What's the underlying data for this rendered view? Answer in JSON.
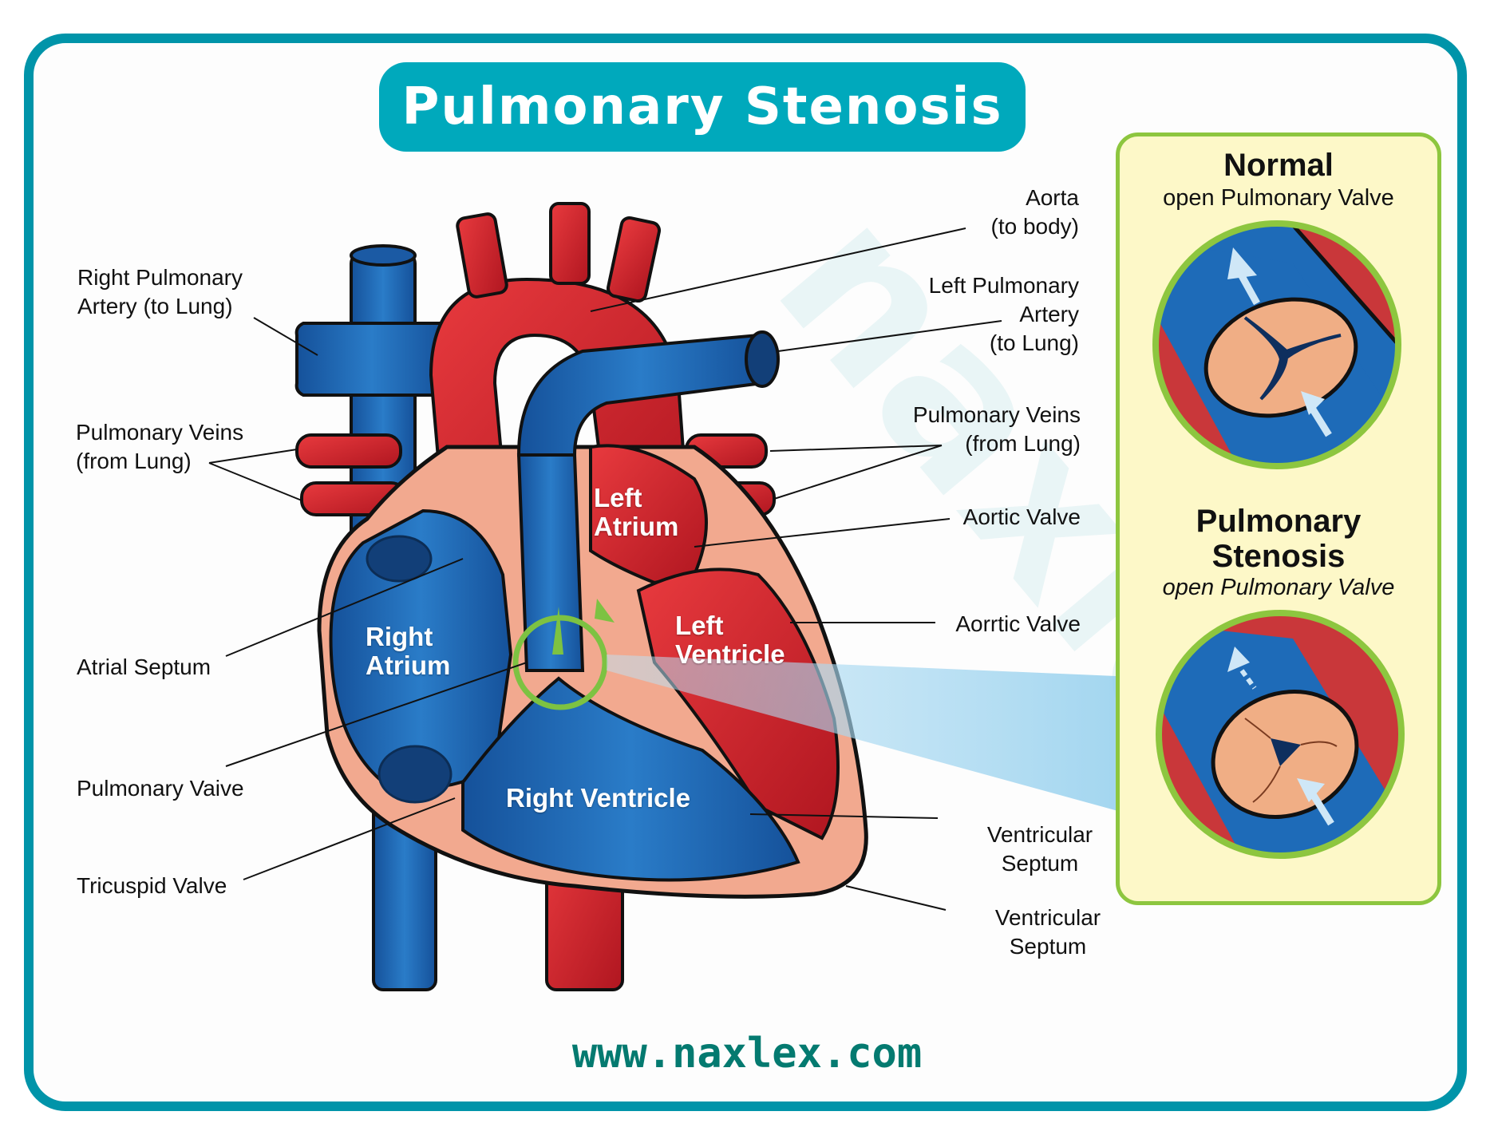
{
  "title": "Pulmonary Stenosis",
  "footer_url": "www.naxlex.com",
  "watermark": "naxlex",
  "colors": {
    "frame": "#0094A9",
    "title_pill": "#00A9BC",
    "footer_text": "#047A70",
    "panel_bg": "#FDF8C8",
    "panel_border": "#8DC63F",
    "deoxygenated_blue": "#1F64B0",
    "oxygenated_red": "#D9262E",
    "myocardium": "#F2A98F",
    "highlight_green": "#7DC242",
    "callout_beam": "#9FD3EE"
  },
  "left_labels": [
    {
      "id": "right-pulmonary-artery",
      "lines": [
        "Right Pulmonary",
        "Artery (to Lung)"
      ]
    },
    {
      "id": "pulmonary-veins-left",
      "lines": [
        "Pulmonary Veins",
        "(from Lung)"
      ]
    },
    {
      "id": "atrial-septum",
      "lines": [
        "Atrial Septum"
      ]
    },
    {
      "id": "pulmonary-valve",
      "lines": [
        "Pulmonary Vaive"
      ]
    },
    {
      "id": "tricuspid-valve",
      "lines": [
        "Tricuspid Valve"
      ]
    }
  ],
  "right_labels": [
    {
      "id": "aorta",
      "lines": [
        "Aorta",
        "(to body)"
      ]
    },
    {
      "id": "left-pulmonary-artery",
      "lines": [
        "Left Pulmonary",
        "Artery",
        "(to Lung)"
      ]
    },
    {
      "id": "pulmonary-veins-right",
      "lines": [
        "Pulmonary Veins",
        "(from Lung)"
      ]
    },
    {
      "id": "aortic-valve",
      "lines": [
        "Aortic Valve"
      ]
    },
    {
      "id": "aorrtic-valve",
      "lines": [
        "Aorrtic Valve"
      ]
    },
    {
      "id": "ventricular-septum-1",
      "lines": [
        "Ventricular",
        "Septum"
      ]
    },
    {
      "id": "ventricular-septum-2",
      "lines": [
        "Ventricular",
        "Septum"
      ]
    }
  ],
  "chambers": {
    "left_atrium": [
      "Left",
      "Atrium"
    ],
    "right_atrium": [
      "Right",
      "Atrium"
    ],
    "left_ventricle": [
      "Left",
      "Ventricle"
    ],
    "right_ventricle": [
      "Right Ventricle"
    ]
  },
  "inset_panel": {
    "normal": {
      "heading": "Normal",
      "subheading": "open Pulmonary Valve"
    },
    "stenosis": {
      "heading_lines": [
        "Pulmonary",
        "Stenosis"
      ],
      "subheading": "open Pulmonary Valve"
    }
  }
}
